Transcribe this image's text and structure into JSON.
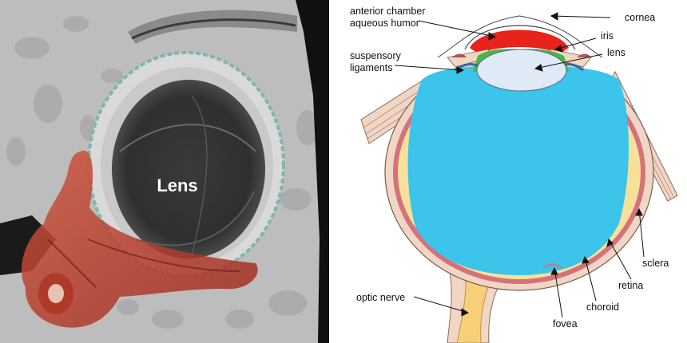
{
  "micrograph": {
    "label": "Lens"
  },
  "eye_diagram": {
    "labels": {
      "anterior_chamber_line1": "anterior chamber",
      "anterior_chamber_line2": "aqueous humor",
      "cornea": "cornea",
      "iris": "iris",
      "suspensory_line1": "suspensory",
      "suspensory_line2": "ligaments",
      "lens": "lens",
      "sclera": "sclera",
      "retina": "retina",
      "choroid": "choroid",
      "fovea": "fovea",
      "optic_nerve": "optic nerve"
    },
    "colors": {
      "vitreous": "#3cc4ea",
      "aqueous": "#e8231c",
      "ciliary": "#4bb542",
      "lens": "#dfeaf6",
      "sclera": "#f1d6c6",
      "choroid": "#d4727c",
      "retina": "#f7e19a",
      "optic_nerve": "#f6cf78"
    }
  }
}
